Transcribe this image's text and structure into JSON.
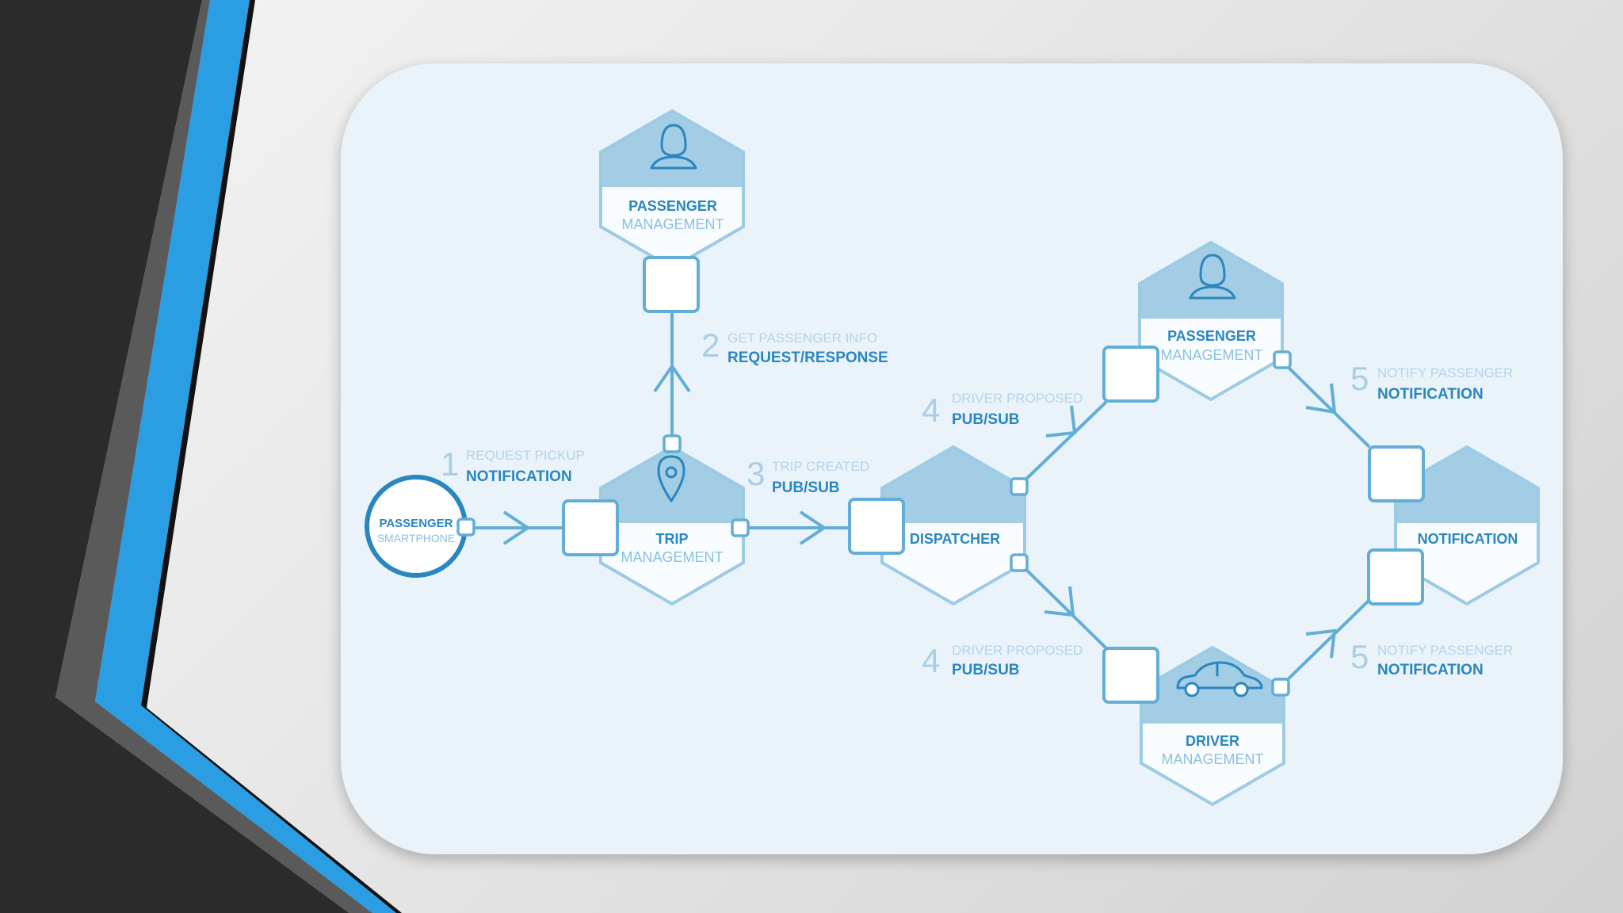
{
  "nodes": {
    "passenger_smartphone": {
      "line1": "PASSENGER",
      "line2": "SMARTPHONE"
    },
    "passenger_management_top": {
      "line1": "PASSENGER",
      "line2": "MANAGEMENT",
      "icon": "person-icon"
    },
    "trip_management": {
      "line1": "TRIP",
      "line2": "MANAGEMENT",
      "icon": "location-pin-icon"
    },
    "dispatcher": {
      "line1": "DISPATCHER"
    },
    "passenger_management_right": {
      "line1": "PASSENGER",
      "line2": "MANAGEMENT",
      "icon": "person-icon"
    },
    "notification": {
      "line1": "NOTIFICATION"
    },
    "driver_management": {
      "line1": "DRIVER",
      "line2": "MANAGEMENT",
      "icon": "car-icon"
    }
  },
  "steps": [
    {
      "number": "1",
      "label": "REQUEST PICKUP",
      "type": "NOTIFICATION"
    },
    {
      "number": "2",
      "label": "GET PASSENGER INFO",
      "type": "REQUEST/RESPONSE"
    },
    {
      "number": "3",
      "label": "TRIP CREATED",
      "type": "PUB/SUB"
    },
    {
      "number": "4",
      "label": "DRIVER PROPOSED",
      "type": "PUB/SUB"
    },
    {
      "number": "4",
      "label": "DRIVER PROPOSED",
      "type": "PUB/SUB"
    },
    {
      "number": "5",
      "label": "NOTIFY PASSENGER",
      "type": "NOTIFICATION"
    },
    {
      "number": "5",
      "label": "NOTIFY PASSENGER",
      "type": "NOTIFICATION"
    }
  ],
  "colors": {
    "accent_blue": "#2a86be",
    "hex_fill": "#a3cde5",
    "slide_blue_stripe": "#2b9de3"
  }
}
